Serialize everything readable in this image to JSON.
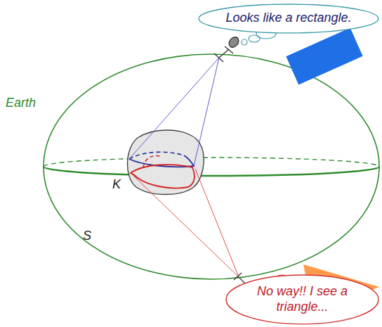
{
  "diagram": {
    "nodes": [
      {
        "text": [
          "Looks like a rectangle."
        ]
      },
      {
        "text": [
          "No way!! I see a triangle..."
        ]
      }
    ],
    "labels": [
      "Earth",
      "K",
      "S"
    ]
  }
}
